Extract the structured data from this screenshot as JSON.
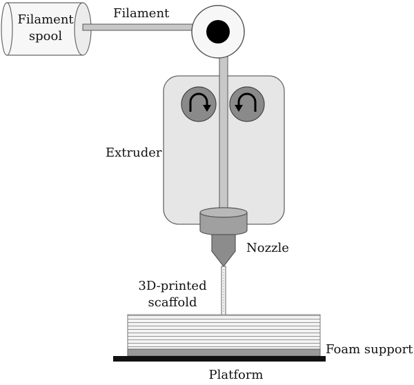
{
  "labels": {
    "spool_line1": "Filament",
    "spool_line2": "spool",
    "filament": "Filament",
    "extruder": "Extruder",
    "nozzle": "Nozzle",
    "scaffold_line1": "3D-printed",
    "scaffold_line2": "scaffold",
    "foam_support": "Foam support",
    "platform": "Platform"
  },
  "icons": {
    "spool": "filament-spool-cylinder-icon",
    "drive_wheel": "drive-wheel-icon",
    "left_gear": "counterclockwise-arrow-gear-icon",
    "right_gear": "clockwise-arrow-gear-icon"
  },
  "colors": {
    "stroke": "#555555",
    "extruder_fill": "#e6e6e6",
    "gear_fill": "#8a8a8a",
    "filament_fill": "#c8c8c8",
    "nozzle_fill": "#a0a0a0",
    "platform": "#111111"
  }
}
